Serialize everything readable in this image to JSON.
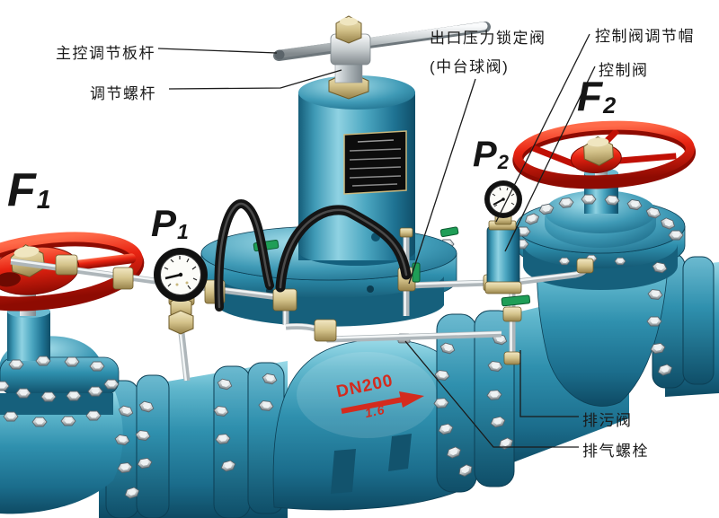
{
  "title": "pressure-reducing-valve-assembly-diagram",
  "labels": {
    "main_control_rod": "主控调节板杆",
    "adjust_screw": "调节螺杆",
    "outlet_lock_valve_line1": "出口压力锁定阀",
    "outlet_lock_valve_line2": "(中台球阀)",
    "control_valve_cap": "控制阀调节帽",
    "control_valve": "控制阀",
    "drain_valve": "排污阀",
    "air_vent_bolt": "排气螺栓"
  },
  "markers": {
    "f1": {
      "letter": "F",
      "sub": "1"
    },
    "f2": {
      "letter": "F",
      "sub": "2"
    },
    "p1": {
      "letter": "P",
      "sub": "1"
    },
    "p2": {
      "letter": "P",
      "sub": "2"
    }
  },
  "pipe_marking": {
    "size": "DN200",
    "rating": "1.6"
  },
  "colors": {
    "pipe_teal": "#2f90ae",
    "pipe_teal_dark": "#0e4a63",
    "pipe_teal_light": "#8fd2e2",
    "handwheel_red": "#e82412",
    "brass": "#d8c78f",
    "steel": "#c6ccce",
    "hose_black": "#141414",
    "lever_green": "#1f9e57",
    "marking_red": "#d42b1e",
    "label_text": "#1a1a1a",
    "background": "#ffffff"
  }
}
